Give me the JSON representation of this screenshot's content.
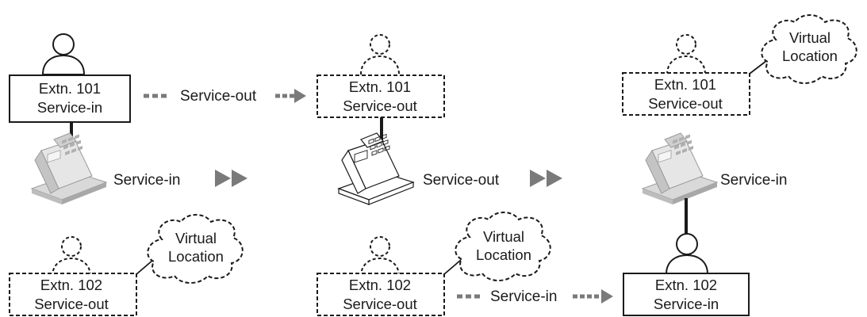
{
  "panels": [
    {
      "extn101": {
        "name": "Extn. 101",
        "state": "Service-in"
      },
      "phone_label": "Service-in",
      "extn102": {
        "name": "Extn. 102",
        "state": "Service-out"
      },
      "cloud": {
        "line1": "Virtual",
        "line2": "Location"
      }
    },
    {
      "extn101": {
        "name": "Extn. 101",
        "state": "Service-out"
      },
      "phone_label": "Service-out",
      "extn102": {
        "name": "Extn. 102",
        "state": "Service-out"
      },
      "cloud": {
        "line1": "Virtual",
        "line2": "Location"
      }
    },
    {
      "extn101": {
        "name": "Extn. 101",
        "state": "Service-out"
      },
      "phone_label": "Service-in",
      "extn102": {
        "name": "Extn. 102",
        "state": "Service-in"
      },
      "cloud": {
        "line1": "Virtual",
        "line2": "Location"
      }
    }
  ],
  "arrows": {
    "top_label": "Service-out",
    "bottom_label": "Service-in"
  },
  "colors": {
    "stroke": "#1a1a1a",
    "arrow_gray": "#7a7a7a"
  }
}
